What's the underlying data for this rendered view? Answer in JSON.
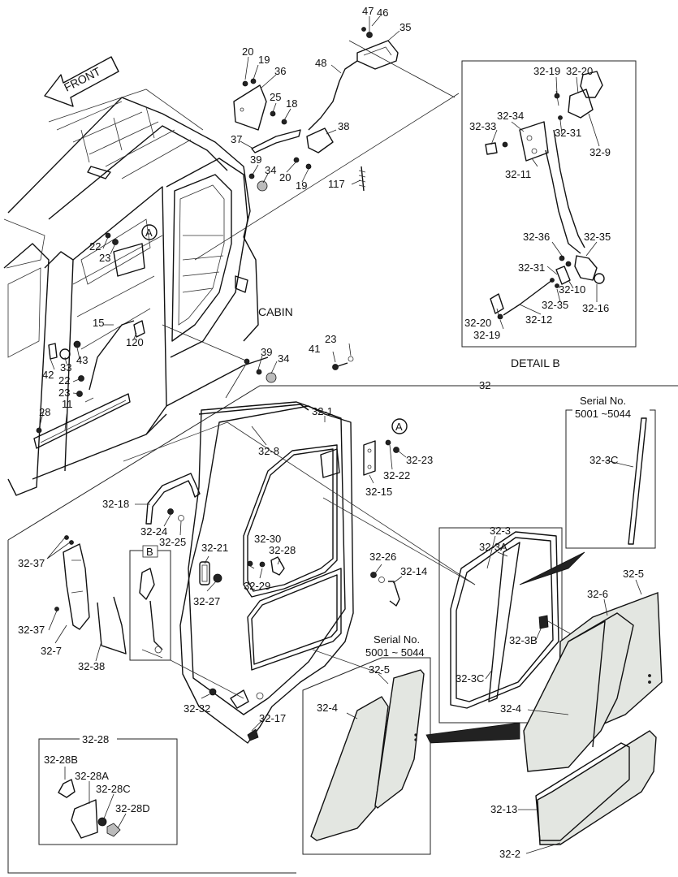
{
  "labels": {
    "front": "FRONT",
    "cabin": "CABIN",
    "detail_b": "DETAIL   B",
    "p47": "47",
    "p46": "46",
    "p35": "35",
    "p48": "48",
    "p20a": "20",
    "p19a": "19",
    "p36": "36",
    "p25": "25",
    "p18": "18",
    "p37": "37",
    "p38": "38",
    "p39a": "39",
    "p34a": "34",
    "p20b": "20",
    "p19b": "19",
    "p117": "117",
    "p22a": "22",
    "p23a": "23",
    "p15": "15",
    "p120": "120",
    "p43": "43",
    "p42": "42",
    "p33": "33",
    "p22b": "22",
    "p23b": "23",
    "p11": "11",
    "p28": "28",
    "p23c": "23",
    "p41": "41",
    "p39b": "39",
    "p34b": "34",
    "p32": "32",
    "p32_1": "32-1",
    "p32_8": "32-8",
    "p32_23": "32-23",
    "p32_22": "32-22",
    "p32_15": "32-15",
    "p32_18": "32-18",
    "p32_24": "32-24",
    "p32_25": "32-25",
    "p32_37a": "32-37",
    "p32_37b": "32-37",
    "p32_7": "32-7",
    "p32_38": "32-38",
    "b_marker": "B",
    "p32_21": "32-21",
    "p32_27": "32-27",
    "p32_30": "32-30",
    "p32_28a": "32-28",
    "p32_29": "32-29",
    "p32_26": "32-26",
    "p32_14": "32-14",
    "p32_32": "32-32",
    "p32_17": "32-17",
    "p32_28box": "32-28",
    "p32_28B": "32-28B",
    "p32_28A": "32-28A",
    "p32_28C": "32-28C",
    "p32_28D": "32-28D",
    "serial_no_a": "Serial No.",
    "serial_range_a": "5001 ~5044",
    "p32_3C_a": "32-3C",
    "p32_3": "32-3",
    "p32_3A": "32-3A",
    "p32_3B": "32-3B",
    "p32_3C_b": "32-3C",
    "p32_5a": "32-5",
    "p32_6": "32-6",
    "p32_4a": "32-4",
    "serial_no_b": "Serial No.",
    "serial_range_b": "5001 ~ 5044",
    "p32_5b": "32-5",
    "p32_4b": "32-4",
    "p32_13": "32-13",
    "p32_2": "32-2",
    "d32_19a": "32-19",
    "d32_20a": "32-20",
    "d32_34": "32-34",
    "d32_33": "32-33",
    "d32_31a": "32-31",
    "d32_9": "32-9",
    "d32_11": "32-11",
    "d32_36": "32-36",
    "d32_35a": "32-35",
    "d32_31b": "32-31",
    "d32_10": "32-10",
    "d32_35b": "32-35",
    "d32_16": "32-16",
    "d32_20b": "32-20",
    "d32_12": "32-12",
    "d32_19b": "32-19",
    "marker_a1": "A",
    "marker_a2": "A"
  }
}
